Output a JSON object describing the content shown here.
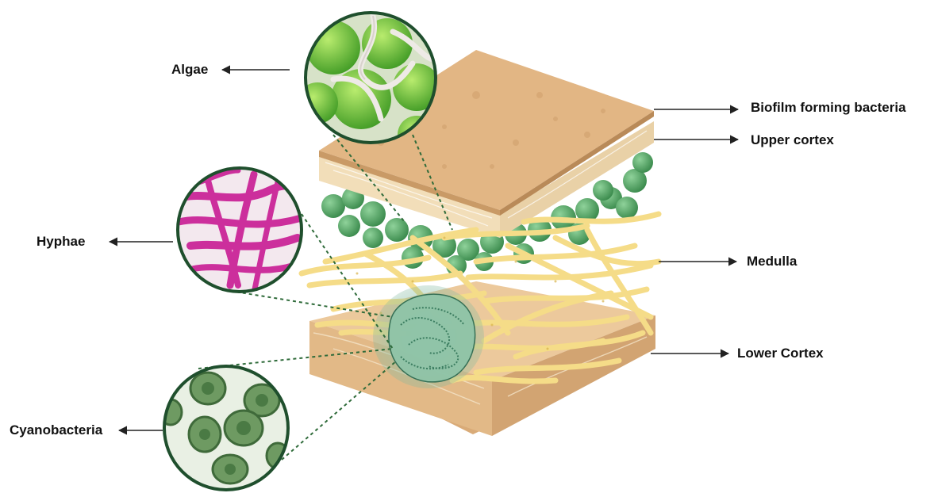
{
  "labels": {
    "algae": "Algae",
    "hyphae": "Hyphae",
    "cyanobacteria": "Cyanobacteria",
    "biofilm": "Biofilm forming bacteria",
    "upper_cortex": "Upper cortex",
    "medulla": "Medulla",
    "lower_cortex": "Lower Cortex"
  },
  "colors": {
    "cortex": "#e9c496",
    "cortex_dark": "#c9a070",
    "algae": "#4f9e5e",
    "hyphae": "#f5dc88",
    "cyano": "#7cb49a",
    "hyphae_stain": "#cc2f9c",
    "micro_green": "#6bbe3c"
  }
}
